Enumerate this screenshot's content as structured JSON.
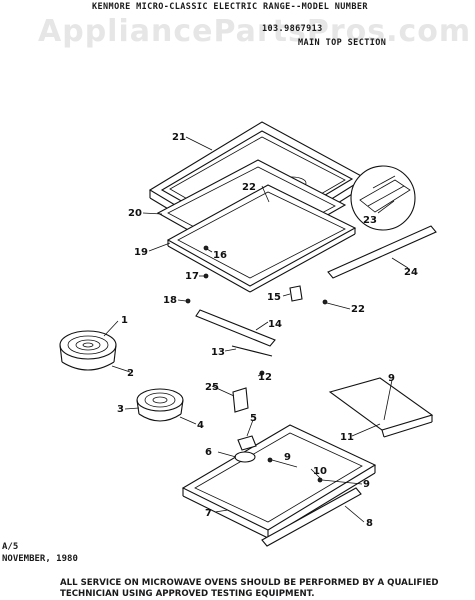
{
  "header": {
    "line1": "KENMORE MICRO-CLASSIC ELECTRIC RANGE--MODEL NUMBER",
    "line2": "103.9867913",
    "line3": "MAIN TOP SECTION"
  },
  "watermark": "AppliancePartsPros.com",
  "callouts": {
    "c1": "1",
    "c2": "2",
    "c3": "3",
    "c4": "4",
    "c5": "5",
    "c6": "6",
    "c7": "7",
    "c8": "8",
    "c9a": "9",
    "c9b": "9",
    "c9c": "9",
    "c10": "10",
    "c11": "11",
    "c12": "12",
    "c13": "13",
    "c14": "14",
    "c15": "15",
    "c16": "16",
    "c17": "17",
    "c18": "18",
    "c19": "19",
    "c20": "20",
    "c21": "21",
    "c22a": "22",
    "c22b": "22",
    "c23": "23",
    "c24": "24",
    "c25": "25"
  },
  "footer": {
    "ref": "A/5",
    "date": "NOVEMBER, 1980",
    "note_line1": "ALL SERVICE ON MICROWAVE OVENS SHOULD BE PERFORMED BY A QUALIFIED",
    "note_line2": "TECHNICIAN USING APPROVED TESTING EQUIPMENT."
  }
}
